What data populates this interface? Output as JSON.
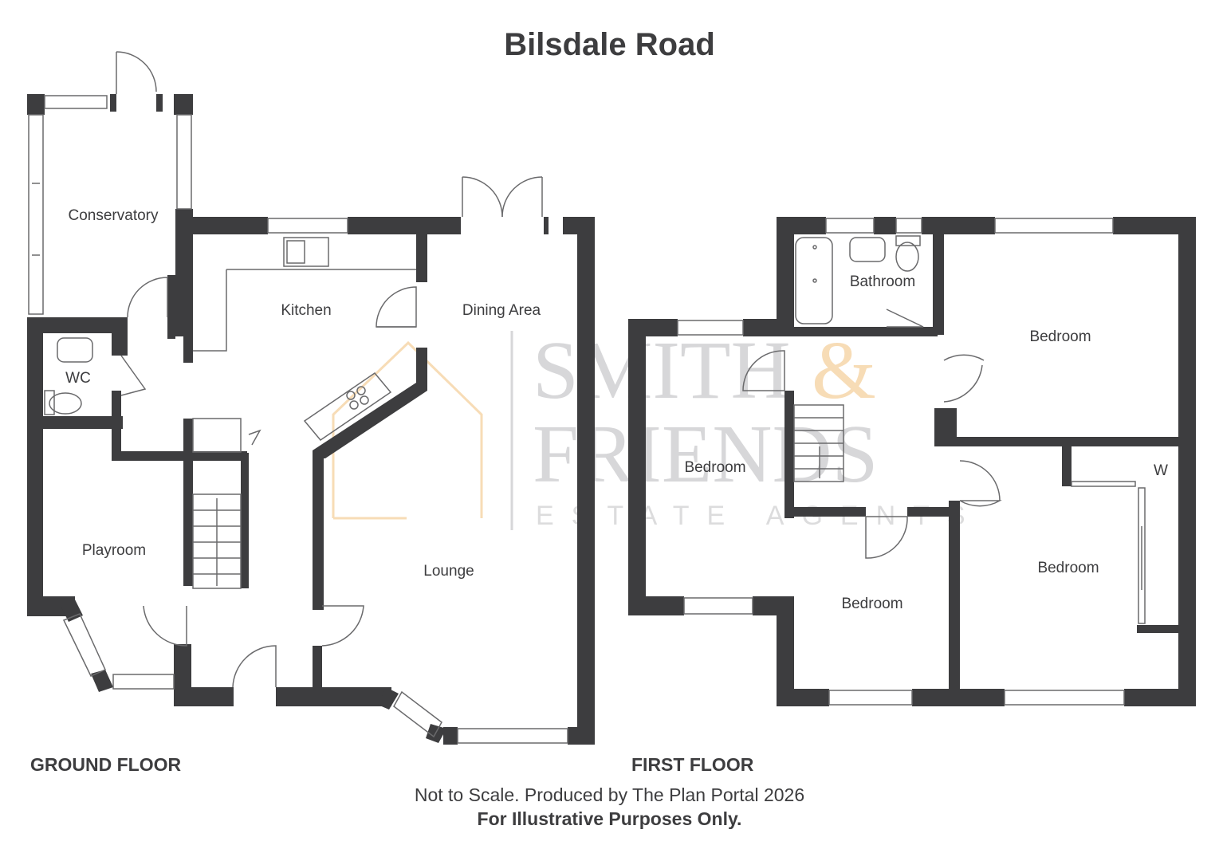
{
  "title": "Bilsdale Road",
  "floors": {
    "ground": "GROUND FLOOR",
    "first": "FIRST FLOOR"
  },
  "rooms": {
    "conservatory": "Conservatory",
    "kitchen": "Kitchen",
    "dining_area": "Dining Area",
    "wc": "WC",
    "playroom": "Playroom",
    "lounge": "Lounge",
    "bathroom": "Bathroom",
    "bedroom_rear_right": "Bedroom",
    "bedroom_left": "Bedroom",
    "bedroom_front_middle": "Bedroom",
    "bedroom_front_right": "Bedroom",
    "wardrobe": "W"
  },
  "watermark": {
    "line1": "SMITH",
    "ampersand": "&",
    "line2": "FRIENDS",
    "line3": "ESTATE AGENTS"
  },
  "footer": {
    "line1": "Not to Scale. Produced by The Plan Portal 2026",
    "line2": "For Illustrative Purposes Only."
  },
  "colors": {
    "wall": "#3d3d3f",
    "text": "#3d3d3f",
    "watermark_accent": "#f7c98a",
    "watermark_grey": "#d7d7d9"
  }
}
